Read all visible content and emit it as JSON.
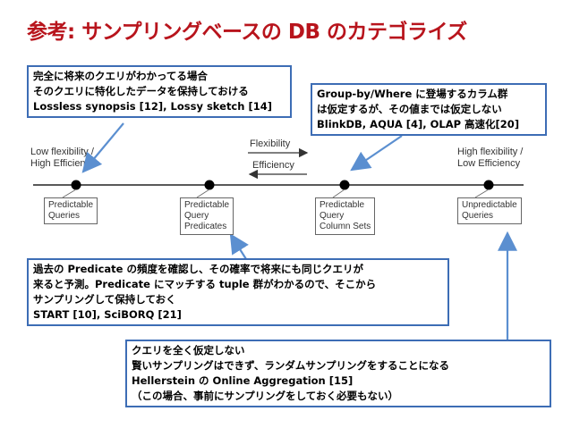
{
  "title": "参考: サンプリングベースの DB のカテゴライズ",
  "axis": {
    "left_label_1": "Low flexibility /",
    "left_label_2": "High Efficiency",
    "right_label_1": "High flexibility /",
    "right_label_2": "Low Efficiency",
    "flexibility_arrow": "Flexibility",
    "efficiency_arrow": "Efficiency"
  },
  "points": [
    {
      "lines": [
        "Predictable",
        "Queries"
      ]
    },
    {
      "lines": [
        "Predictable",
        "Query",
        "Predicates"
      ]
    },
    {
      "lines": [
        "Predictable",
        "Query",
        "Column Sets"
      ]
    },
    {
      "lines": [
        "Unpredictable",
        "Queries"
      ]
    }
  ],
  "callouts": {
    "top_left": [
      "完全に将来のクエリがわかってる場合",
      "そのクエリに特化したデータを保持しておける",
      "Lossless synopsis [12], Lossy sketch [14]"
    ],
    "top_right": [
      "Group-by/Where に登場するカラム群",
      "は仮定するが、その値までは仮定しない",
      "BlinkDB, AQUA [4], OLAP 高速化[20]"
    ],
    "middle": [
      "過去の Predicate の頻度を確認し、その確率で将来にも同じクエリが",
      "来ると予測。Predicate にマッチする tuple 群がわかるので、そこから",
      "サンプリングして保持しておく",
      "START [10], SciBORQ [21]"
    ],
    "bottom": [
      "クエリを全く仮定しない",
      "賢いサンプリングはできず、ランダムサンプリングをすることになる",
      "Hellerstein の Online Aggregation [15]",
      "（この場合、事前にサンプリングをしておく必要もない）"
    ]
  },
  "colors": {
    "title": "#b8141c",
    "callout_border": "#3d6db5",
    "pointer": "#5b8fd0"
  }
}
